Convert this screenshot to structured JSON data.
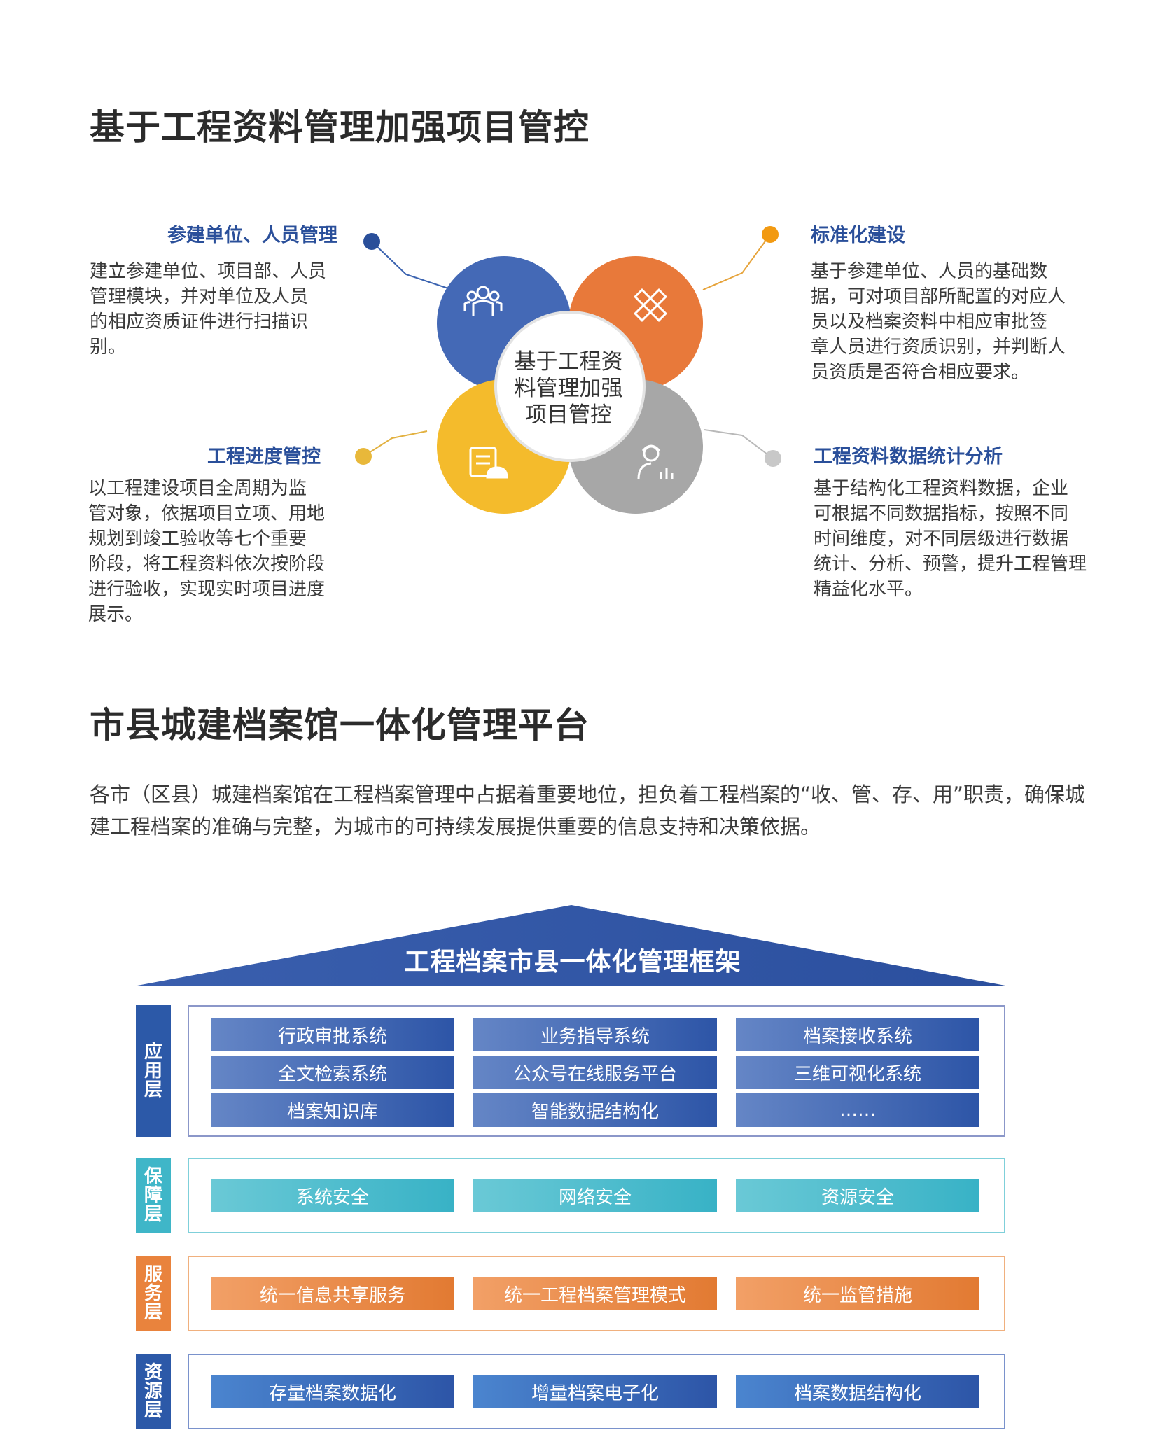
{
  "section1": {
    "title": "基于工程资料管理加强项目管控",
    "center_lines": [
      "基于工程资",
      "料管理加强",
      "项目管控"
    ],
    "quadrants": {
      "tl": {
        "heading": "参建单位、人员管理",
        "lines": [
          "建立参建单位、项目部、人员",
          "管理模块，并对单位及人员",
          "的相应资质证件进行扫描识",
          "别。"
        ],
        "icon": "people-group-icon",
        "color": "#3b63b0"
      },
      "tr": {
        "heading": "标准化建设",
        "lines": [
          "基于参建单位、人员的基础数",
          "据，可对项目部所配置的对应人",
          "员以及档案资料中相应审批签",
          "章人员进行资质识别，并判断人",
          "员资质是否符合相应要求。"
        ],
        "icon": "ruler-pencil-icon",
        "color": "#e8793a"
      },
      "bl": {
        "heading": "工程进度管控",
        "lines": [
          "以工程建设项目全周期为监",
          "管对象，依据项目立项、用地",
          "规划到竣工验收等七个重要",
          "阶段，将工程资料依次按阶段",
          "进行验收，实现实时项目进度",
          "展示。"
        ],
        "icon": "document-helmet-icon",
        "color": "#f2b630"
      },
      "br": {
        "heading": "工程资料数据统计分析",
        "lines": [
          "基于结构化工程资料数据，企业",
          "可根据不同数据指标，按照不同",
          "时间维度，对不同层级进行数据",
          "统计、分析、预警，提升工程管理",
          "精益化水平。"
        ],
        "icon": "worker-chart-icon",
        "color": "#a9a9a9"
      }
    }
  },
  "section2": {
    "title": "市县城建档案馆一体化管理平台",
    "intro_lines": [
      "各市（区县）城建档案馆在工程档案管理中占据着重要地位，担负着工程档案的“收、管、存、用”职责，确保城",
      "建工程档案的准确与完整，为城市的可持续发展提供重要的信息支持和决策依据。"
    ],
    "framework": {
      "roof_title": "工程档案市县一体化管理框架",
      "layers": {
        "app": {
          "tag": [
            "应",
            "用",
            "层"
          ],
          "cells": [
            "行政审批系统",
            "业务指导系统",
            "档案接收系统",
            "全文检索系统",
            "公众号在线服务平台",
            "三维可视化系统",
            "档案知识库",
            "智能数据结构化",
            "……"
          ]
        },
        "guard": {
          "tag": [
            "保",
            "障",
            "层"
          ],
          "cells": [
            "系统安全",
            "网络安全",
            "资源安全"
          ]
        },
        "svc": {
          "tag": [
            "服",
            "务",
            "层"
          ],
          "cells": [
            "统一信息共享服务",
            "统一工程档案管理模式",
            "统一监管措施"
          ]
        },
        "res": {
          "tag": [
            "资",
            "源",
            "层"
          ],
          "cells": [
            "存量档案数据化",
            "增量档案电子化",
            "档案数据结构化"
          ]
        }
      }
    }
  }
}
